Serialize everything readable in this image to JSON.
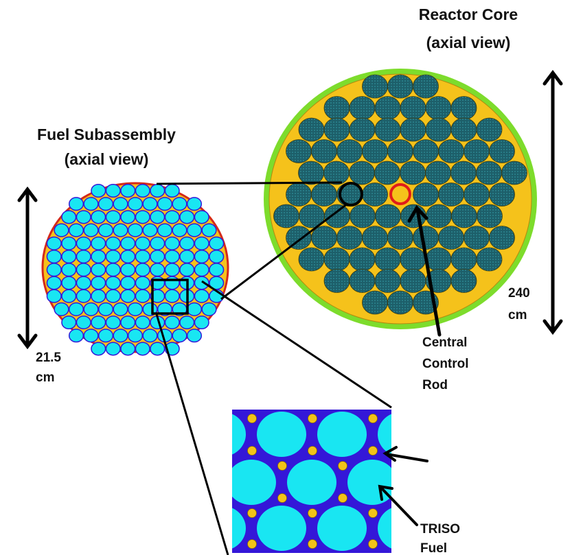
{
  "core": {
    "title_line1": "Reactor Core",
    "title_line2": "(axial view)",
    "dimension_value": "240",
    "dimension_unit": "cm",
    "control_rod_label": [
      "Central",
      "Control",
      "Rod"
    ]
  },
  "subassembly": {
    "title_line1": "Fuel Subassembly",
    "title_line2": "(axial view)",
    "dimension_value": "21.5",
    "dimension_unit": "cm"
  },
  "inset": {
    "fuel_label": [
      "TRISO",
      "Fuel"
    ]
  },
  "colors": {
    "core_reflector": "#f5c21b",
    "core_boundary": "#7ddc2c",
    "assembly_fill": "#1d5f6a",
    "control_rod_ring": "#e01b1b",
    "pin_fill": "#19e6f2",
    "pin_matrix": "#3417d8",
    "subassembly_boundary": "#d42a1a",
    "coolant_channel": "#f2c318"
  }
}
